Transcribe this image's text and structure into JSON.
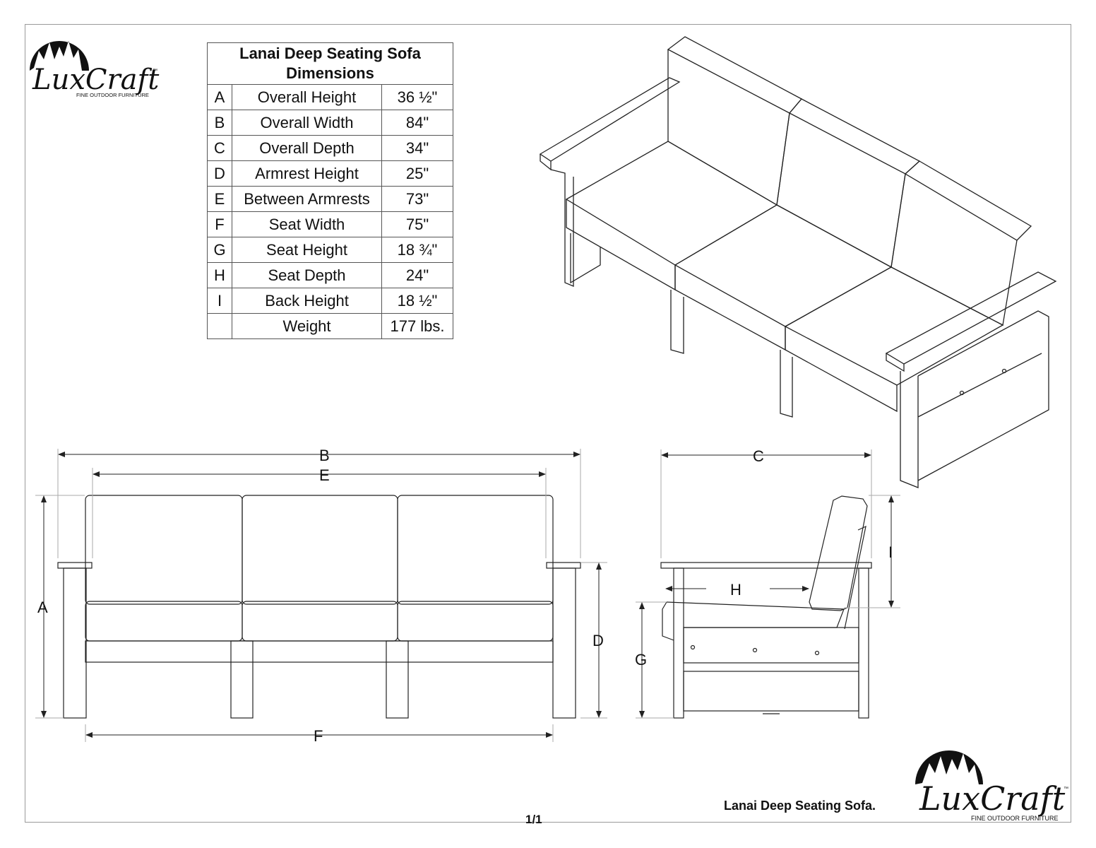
{
  "table": {
    "title_line1": "Lanai Deep Seating Sofa",
    "title_line2": "Dimensions",
    "rows": [
      {
        "letter": "A",
        "name": "Overall Height",
        "value": "36 ½\""
      },
      {
        "letter": "B",
        "name": "Overall Width",
        "value": "84\""
      },
      {
        "letter": "C",
        "name": "Overall Depth",
        "value": "34\""
      },
      {
        "letter": "D",
        "name": "Armrest Height",
        "value": "25\""
      },
      {
        "letter": "E",
        "name": "Between Armrests",
        "value": "73\""
      },
      {
        "letter": "F",
        "name": "Seat Width",
        "value": "75\""
      },
      {
        "letter": "G",
        "name": "Seat Height",
        "value": "18 ¾\""
      },
      {
        "letter": "H",
        "name": "Seat Depth",
        "value": "24\""
      },
      {
        "letter": "I",
        "name": "Back Height",
        "value": "18 ½\""
      },
      {
        "letter": "",
        "name": "Weight",
        "value": "177 lbs."
      }
    ]
  },
  "logo": {
    "brand": "LuxCraft",
    "tagline": "FINE OUTDOOR FURNITURE",
    "tm": "™"
  },
  "dimension_labels": {
    "a": "A",
    "b": "B",
    "c": "C",
    "d": "D",
    "e": "E",
    "f": "F",
    "g": "G",
    "h": "H",
    "i": "I"
  },
  "caption": "Lanai Deep Seating Sofa.",
  "page_number": "1/1"
}
